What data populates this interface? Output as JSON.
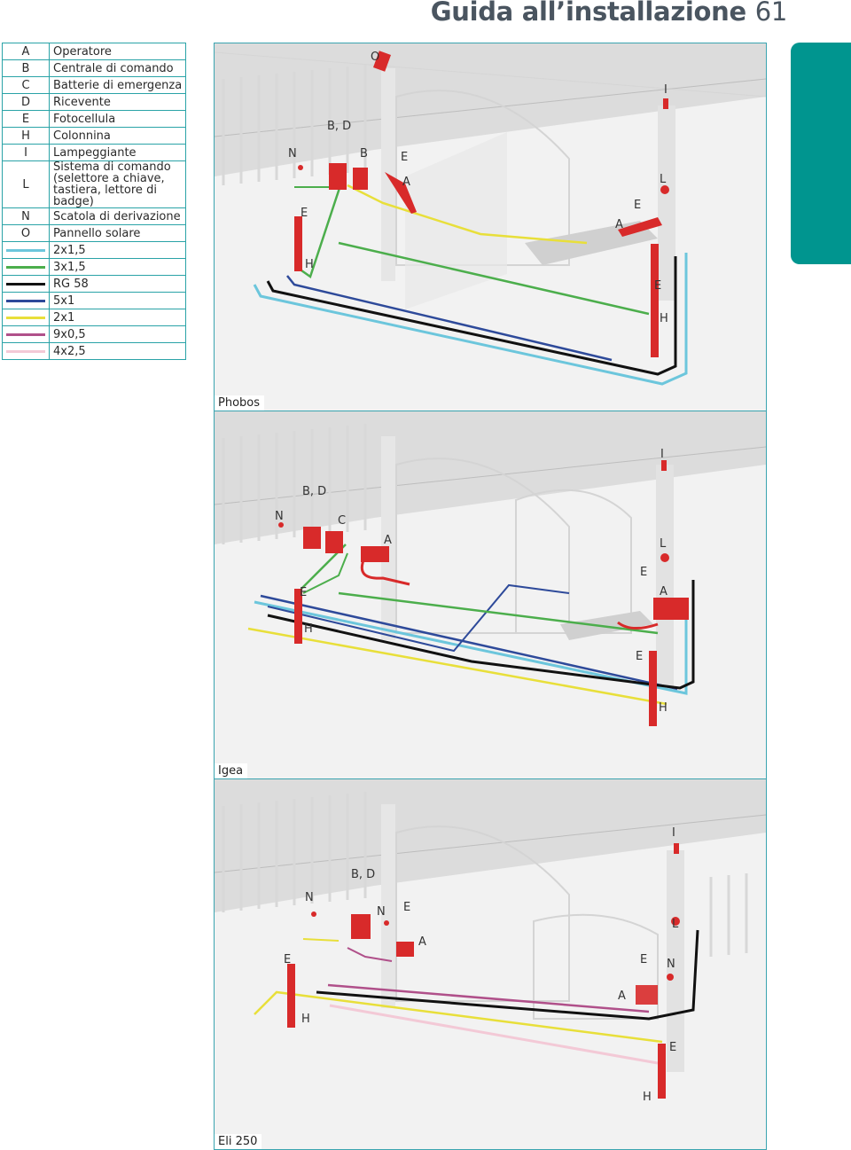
{
  "header": {
    "title": "Guida all’installazione",
    "page_number": "61"
  },
  "legend": {
    "items": [
      {
        "key": "A",
        "text": "Operatore"
      },
      {
        "key": "B",
        "text": "Centrale di comando"
      },
      {
        "key": "C",
        "text": "Batterie di emergenza"
      },
      {
        "key": "D",
        "text": "Ricevente"
      },
      {
        "key": "E",
        "text": "Fotocellula"
      },
      {
        "key": "H",
        "text": "Colonnina"
      },
      {
        "key": "I",
        "text": "Lampeggiante"
      },
      {
        "key": "L",
        "text": "Sistema di comando (selettore a chiave, tastiera, lettore di badge)"
      },
      {
        "key": "N",
        "text": "Scatola di derivazione"
      },
      {
        "key": "O",
        "text": "Pannello solare"
      }
    ],
    "cables": [
      {
        "color": "#6cc6dc",
        "text": "2x1,5"
      },
      {
        "color": "#4cae4c",
        "text": "3x1,5"
      },
      {
        "color": "#111111",
        "text": "RG 58"
      },
      {
        "color": "#2e4a9a",
        "text": "5x1"
      },
      {
        "color": "#e8df3a",
        "text": "2x1"
      },
      {
        "color": "#b0508a",
        "text": "9x0,5"
      },
      {
        "color": "#f3c9d6",
        "text": "4x2,5"
      }
    ]
  },
  "panels": [
    {
      "name": "Phobos",
      "labels": {
        "o": "O",
        "i": "I",
        "bd": "B, D",
        "n": "N",
        "b": "B",
        "e1": "E",
        "a1": "A",
        "e2": "E",
        "h1": "H",
        "l": "L",
        "e3": "E",
        "a2": "A",
        "e4": "E",
        "h2": "H"
      }
    },
    {
      "name": "Igea",
      "labels": {
        "i": "I",
        "bd": "B, D",
        "n": "N",
        "c": "C",
        "a1": "A",
        "l": "L",
        "e1": "E",
        "e2": "E",
        "a2": "A",
        "h1": "H",
        "e3": "E",
        "h2": "H"
      }
    },
    {
      "name": "Eli 250",
      "labels": {
        "i": "I",
        "bd": "B, D",
        "n1": "N",
        "n2": "N",
        "e1": "E",
        "a1": "A",
        "e2": "E",
        "l": "L",
        "e3": "E",
        "n3": "N",
        "a2": "A",
        "h1": "H",
        "e4": "E",
        "h2": "H"
      }
    }
  ]
}
